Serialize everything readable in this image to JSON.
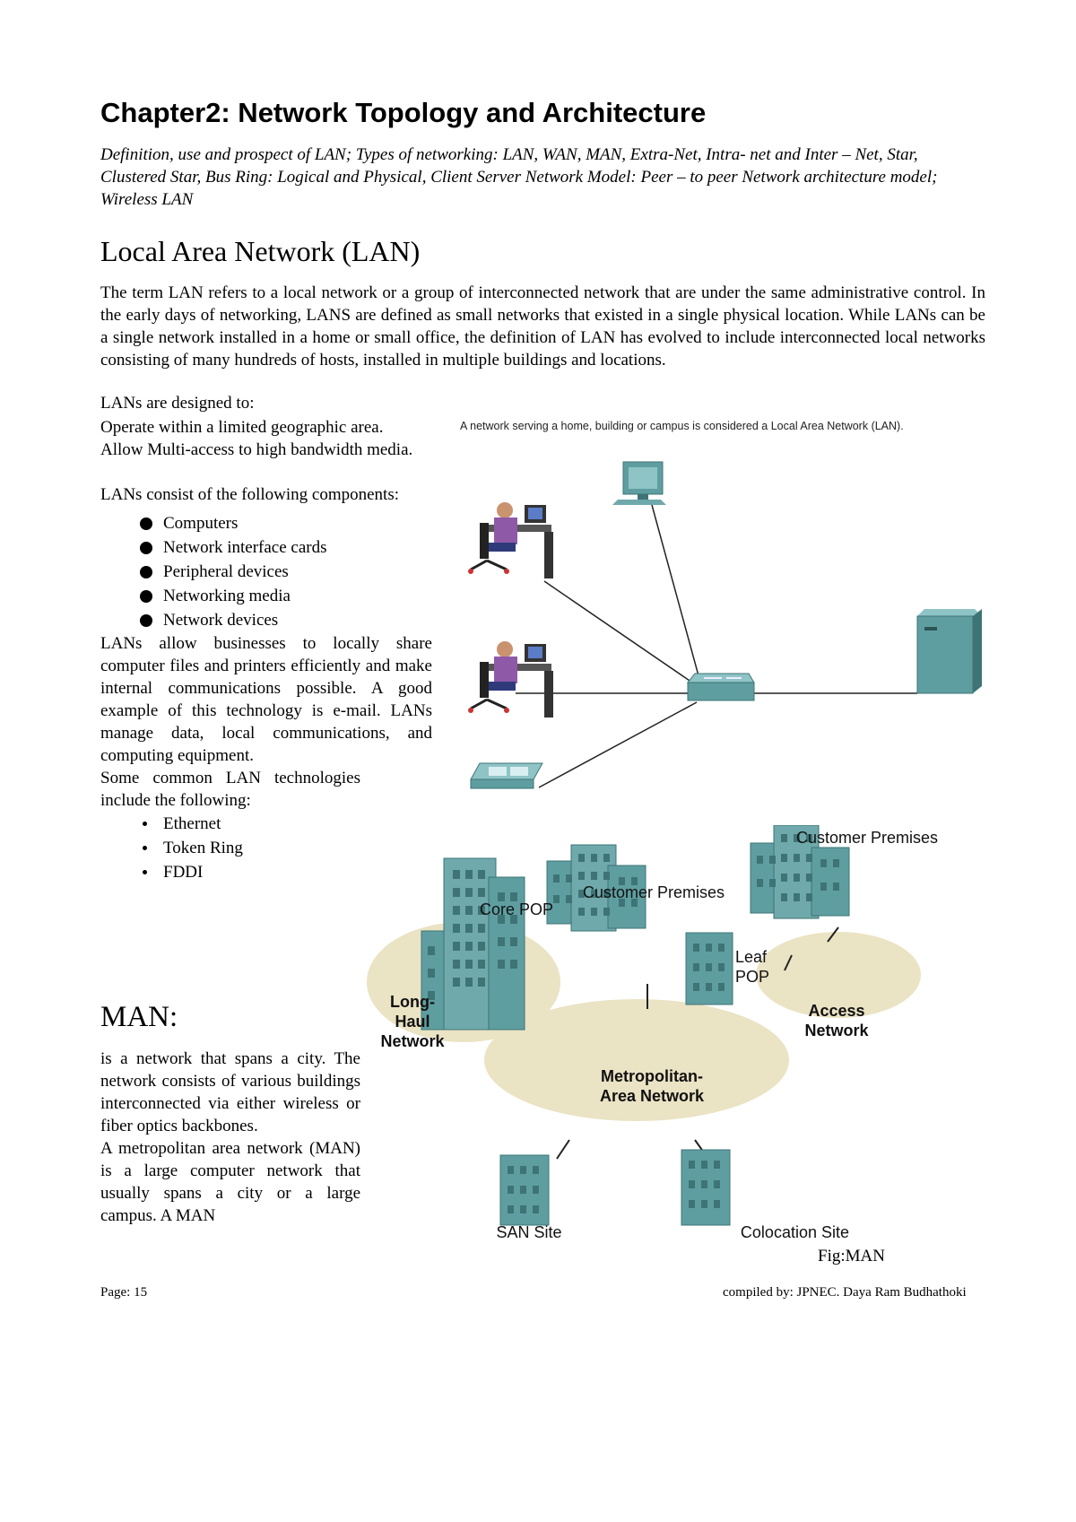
{
  "chapter_title": "Chapter2: Network Topology and Architecture",
  "syllabus": "Definition, use and prospect of LAN; Types of networking: LAN, WAN, MAN, Extra-Net, Intra- net and Inter – Net, Star, Clustered Star, Bus Ring: Logical and Physical, Client Server Network Model: Peer – to peer Network architecture model; Wireless LAN",
  "lan": {
    "heading": "Local Area Network (LAN)",
    "intro": "The term LAN refers to a local network or a group of interconnected network that are under the same administrative control. In the early days of networking, LANS are defined as small networks that existed in a single physical location. While LANs can be a single network installed in a home or small office, the definition of LAN has evolved to include interconnected local networks consisting of many hundreds of hosts, installed in multiple buildings and locations.",
    "designed_to": "LANs are designed to:",
    "design_points": [
      "Operate within a limited geographic area.",
      "Allow Multi-access to high bandwidth media."
    ],
    "components_intro": "LANs consist of the following components:",
    "components": [
      "Computers",
      "Network interface cards",
      "Peripheral devices",
      "Networking media",
      "Network devices"
    ],
    "usage_a": "LANs allow businesses to locally share computer files and printers efficiently and make internal communications possible. A good example of this technology is e-mail. LANs manage data, local communications, and computing equipment.",
    "usage_b": "Some common LAN technologies include the following:",
    "technologies": [
      "Ethernet",
      "Token Ring",
      "FDDI"
    ],
    "figure_caption": "A network serving a home, building or campus is considered a Local Area Network (LAN)."
  },
  "man": {
    "heading": "MAN:",
    "text_1": "is a network that spans a city. The network consists of various buildings interconnected via either wireless or fiber optics backbones.",
    "text_2": "A metropolitan area network (MAN) is a large computer network that usually spans a city or a large campus. A MAN",
    "figure_labels": {
      "customer_premises_1": "Customer Premises",
      "customer_premises_2": "Customer Premises",
      "core_pop": "Core POP",
      "leaf_pop_1": "Leaf",
      "leaf_pop_2": "POP",
      "long_haul_1": "Long-",
      "long_haul_2": "Haul",
      "long_haul_3": "Network",
      "access_1": "Access",
      "access_2": "Network",
      "metro_1": "Metropolitan-",
      "metro_2": "Area Network",
      "san_site": "SAN Site",
      "colocation_site": "Colocation Site"
    },
    "figure_caption": "Fig:MAN"
  },
  "footer": {
    "page": "Page: 15",
    "compiled": "compiled by: JPNEC. Daya Ram Budhathoki"
  },
  "colors": {
    "device_teal": "#5f9ea0",
    "device_dark": "#3e7476",
    "ellipse_beige": "#eae3c4",
    "user_purple": "#8e5aa8"
  }
}
